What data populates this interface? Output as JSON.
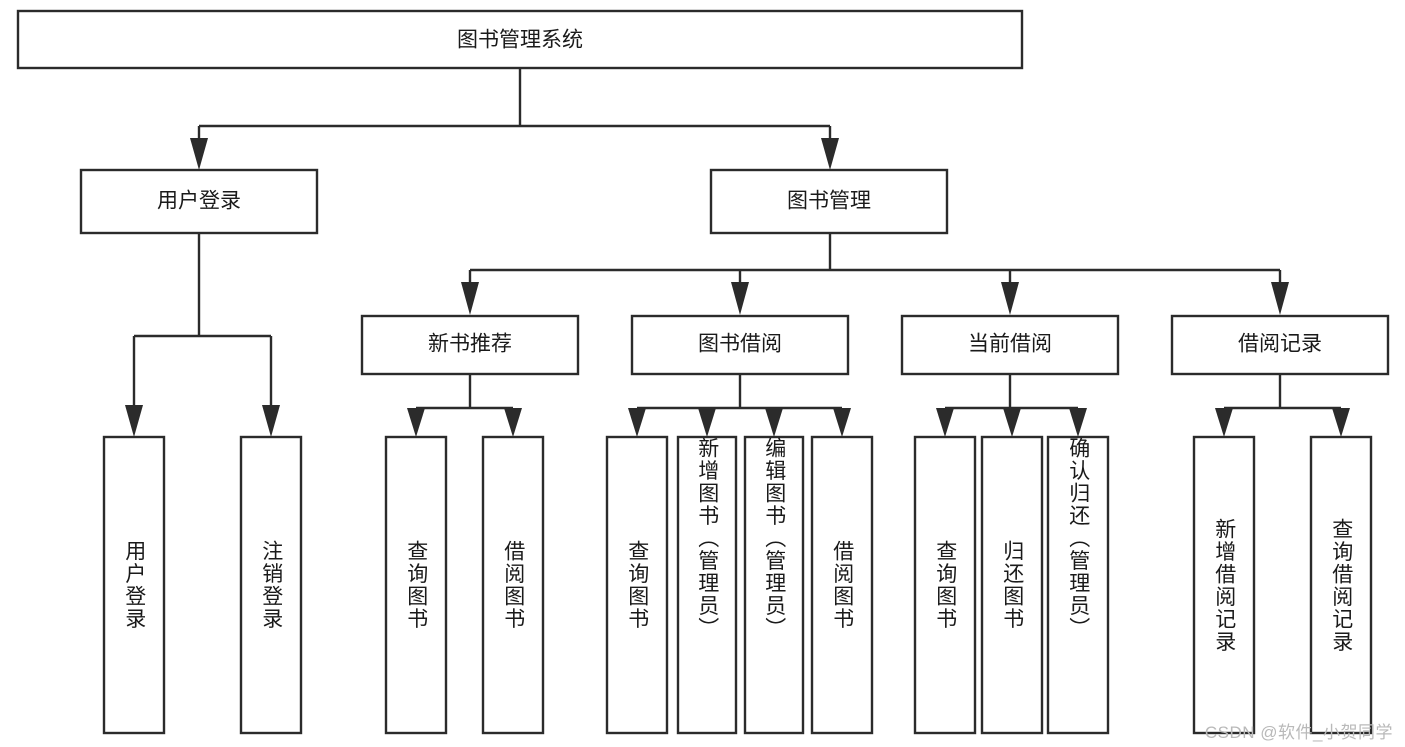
{
  "diagram": {
    "title": "图书管理系统",
    "root": {
      "id": "root",
      "label": "图书管理系统",
      "orientation": "horizontal"
    },
    "level2": [
      {
        "id": "user-login",
        "label": "用户登录",
        "orientation": "horizontal"
      },
      {
        "id": "book-manage",
        "label": "图书管理",
        "orientation": "horizontal"
      }
    ],
    "level3": [
      {
        "id": "new-book-recommend",
        "label": "新书推荐",
        "orientation": "horizontal"
      },
      {
        "id": "book-borrow",
        "label": "图书借阅",
        "orientation": "horizontal"
      },
      {
        "id": "current-borrow",
        "label": "当前借阅",
        "orientation": "horizontal"
      },
      {
        "id": "borrow-record",
        "label": "借阅记录",
        "orientation": "horizontal"
      }
    ],
    "leaves": [
      {
        "id": "leaf-user-login",
        "parent": "user-login",
        "label": "用户登录",
        "orientation": "vertical"
      },
      {
        "id": "leaf-user-logout",
        "parent": "user-login",
        "label": "注销登录",
        "orientation": "vertical"
      },
      {
        "id": "leaf-query-book-1",
        "parent": "new-book-recommend",
        "label": "查询图书",
        "orientation": "vertical"
      },
      {
        "id": "leaf-borrow-book-1",
        "parent": "new-book-recommend",
        "label": "借阅图书",
        "orientation": "vertical"
      },
      {
        "id": "leaf-query-book-2",
        "parent": "book-borrow",
        "label": "查询图书",
        "orientation": "vertical"
      },
      {
        "id": "leaf-add-book",
        "parent": "book-borrow",
        "label": "新增图书（管理员）",
        "orientation": "vertical"
      },
      {
        "id": "leaf-edit-book",
        "parent": "book-borrow",
        "label": "编辑图书（管理员）",
        "orientation": "vertical"
      },
      {
        "id": "leaf-borrow-book-2",
        "parent": "book-borrow",
        "label": "借阅图书",
        "orientation": "vertical"
      },
      {
        "id": "leaf-query-book-3",
        "parent": "current-borrow",
        "label": "查询图书",
        "orientation": "vertical"
      },
      {
        "id": "leaf-return-book",
        "parent": "current-borrow",
        "label": "归还图书",
        "orientation": "vertical"
      },
      {
        "id": "leaf-confirm-return",
        "parent": "current-borrow",
        "label": "确认归还（管理员）",
        "orientation": "vertical"
      },
      {
        "id": "leaf-add-record",
        "parent": "borrow-record",
        "label": "新增借阅记录",
        "orientation": "vertical"
      },
      {
        "id": "leaf-query-record",
        "parent": "borrow-record",
        "label": "查询借阅记录",
        "orientation": "vertical"
      }
    ],
    "colors": {
      "stroke": "#2b2b2b",
      "fill": "#ffffff",
      "text": "#1a1a1a",
      "watermark": "#b9b9b9"
    }
  },
  "watermark": {
    "text": "CSDN @软件_小贺同学"
  }
}
